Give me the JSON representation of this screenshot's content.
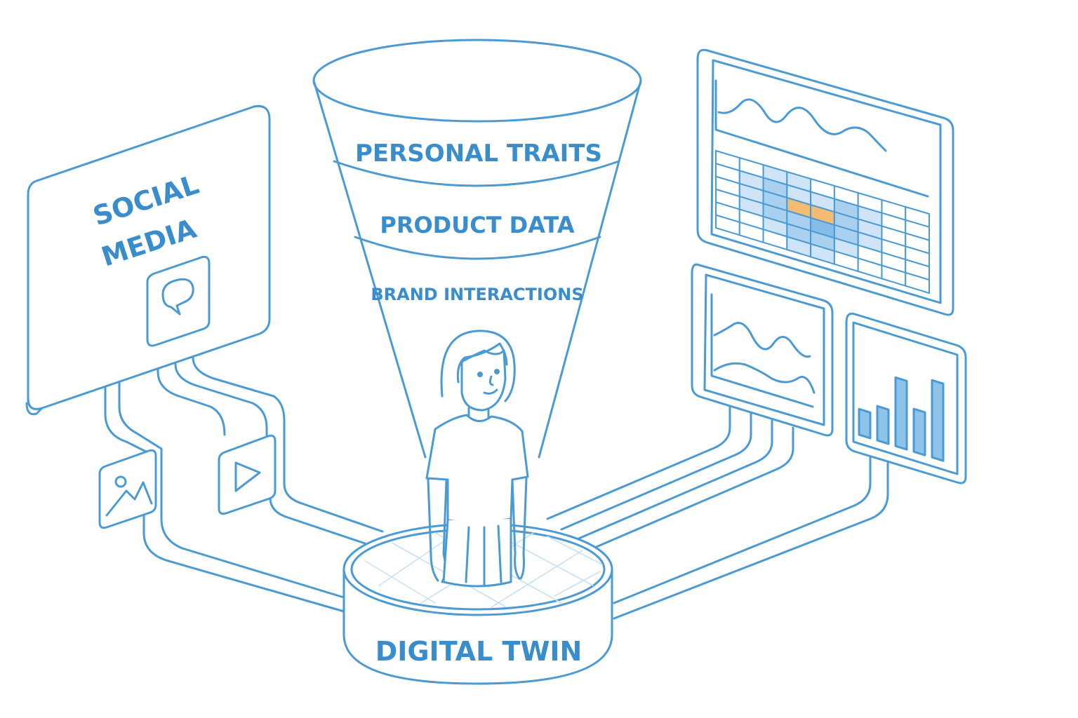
{
  "colors": {
    "stroke": "#4a9ad4",
    "text": "#3a8dcc",
    "fill_white": "#ffffff",
    "heat_light": "#cfe5f7",
    "heat_mid": "#a9d0ef",
    "heat_dark": "#86bde6",
    "heat_highlight": "#f6bb72",
    "bar_fill": "#8ec3ea",
    "platform_grid": "#c7e1f4"
  },
  "labels": {
    "social_media_line1": "SOCIAL",
    "social_media_line2": "MEDIA",
    "funnel_layer1": "PERSONAL TRAITS",
    "funnel_layer2": "PRODUCT DATA",
    "funnel_layer3": "BRAND INTERACTIONS",
    "platform": "DIGITAL TWIN"
  },
  "icons": {
    "social_chat": "chat-bubble-icon",
    "social_image": "image-icon",
    "social_video": "play-icon",
    "person": "person-figure",
    "chart_wave": "line-chart-icon",
    "chart_heatmap": "heatmap-icon",
    "chart_bars": "bar-chart-icon"
  },
  "bar_chart": {
    "values": [
      3,
      4,
      8,
      5,
      9
    ]
  }
}
